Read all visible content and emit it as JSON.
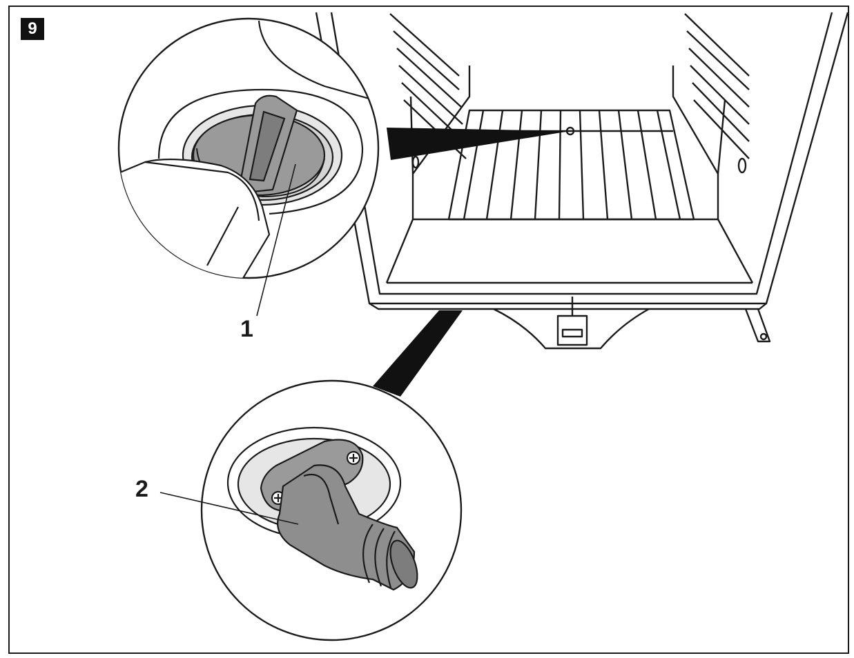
{
  "figure": {
    "number": "9"
  },
  "callouts": [
    {
      "label": "1",
      "target": "drain-plug"
    },
    {
      "label": "2",
      "target": "drain-hose-adapter"
    }
  ],
  "colors": {
    "line": "#1a1a1a",
    "part_fill": "#9a9a9a",
    "part_fill_dark": "#7d7d7d",
    "recess_fill": "#d9d9d9",
    "background": "#ffffff"
  }
}
